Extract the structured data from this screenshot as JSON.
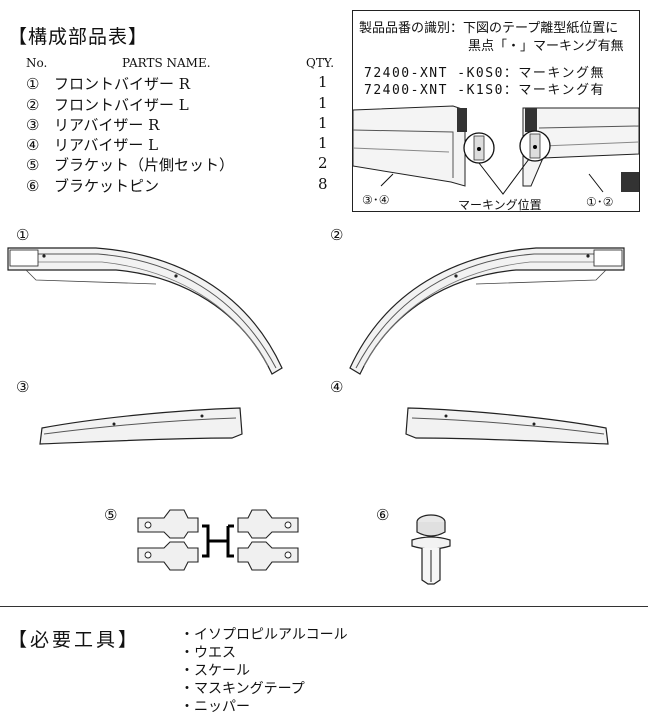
{
  "header": {
    "title": "【構成部品表】",
    "col_no": "No.",
    "col_name": "PARTS NAME.",
    "col_qty": "QTY."
  },
  "parts": [
    {
      "no": "①",
      "name": "フロントバイザー R",
      "qty": "1"
    },
    {
      "no": "②",
      "name": "フロントバイザー L",
      "qty": "1"
    },
    {
      "no": "③",
      "name": "リアバイザー R",
      "qty": "1"
    },
    {
      "no": "④",
      "name": "リアバイザー L",
      "qty": "1"
    },
    {
      "no": "⑤",
      "name": "ブラケット（片側セット）",
      "qty": "2"
    },
    {
      "no": "⑥",
      "name": "ブラケットピン",
      "qty": "8"
    }
  ],
  "callout": {
    "line1": "製品品番の識別：下図のテープ離型紙位置に",
    "line2": "黒点「・」マーキング有無",
    "code1": "72400-XNT -K0S0：マーキング無",
    "code2": "72400-XNT -K1S0：マーキング有",
    "label_left": "③･④",
    "label_marking": "マーキング位置",
    "label_right": "①･②"
  },
  "figure_labels": [
    "①",
    "②",
    "③",
    "④",
    "⑤",
    "⑥"
  ],
  "tools": {
    "title": "【必要工具】",
    "items": [
      "・イソプロピルアルコール",
      "・ウエス",
      "・スケール",
      "・マスキングテープ",
      "・ニッパー"
    ]
  }
}
